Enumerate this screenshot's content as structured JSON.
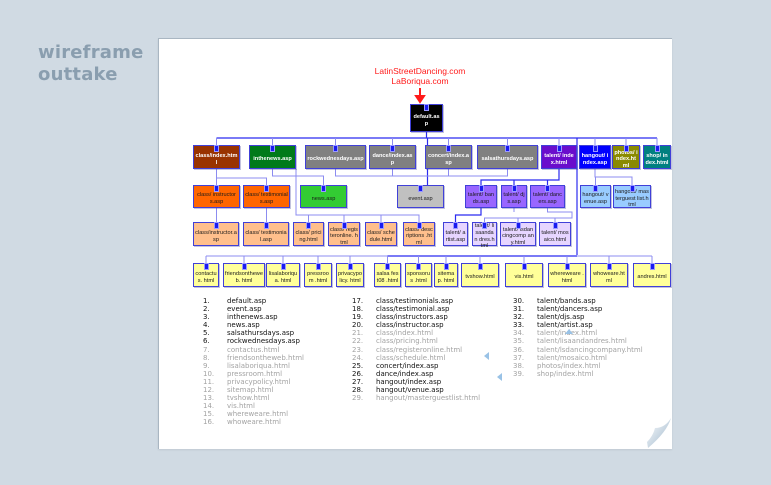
{
  "heading": {
    "line1": "wireframe",
    "line2": "outtake"
  },
  "site": {
    "line1": "LatinStreetDancing.com",
    "line2": "LaBoriqua.com"
  },
  "colors": {
    "background": "#d0dae3",
    "heading": "#8a9eaf",
    "site_label": "#ff1a1a",
    "connector": "#2a2af0",
    "connector_light": "#8c8cf0",
    "pin": "#1b1bf0"
  },
  "nodes": {
    "root": {
      "label": "default.asp",
      "bg": "#000000",
      "fg": "#ffffff"
    },
    "level1": [
      {
        "id": "class-index",
        "label": "class/index.html",
        "bg": "#993300",
        "fg": "#ffffff"
      },
      {
        "id": "inthenews",
        "label": "inthenews.asp",
        "bg": "#007a1a",
        "fg": "#ffffff"
      },
      {
        "id": "rockwednesdays",
        "label": "rockwednesdays.asp",
        "bg": "#808080",
        "fg": "#ffffff"
      },
      {
        "id": "dance-index",
        "label": "dance/index.asp",
        "bg": "#808080",
        "fg": "#ffffff"
      },
      {
        "id": "concert-index",
        "label": "concert/index.asp",
        "bg": "#808080",
        "fg": "#ffffff"
      },
      {
        "id": "salsathursdays",
        "label": "salsathursdays.asp",
        "bg": "#808080",
        "fg": "#ffffff"
      },
      {
        "id": "talent-index",
        "label": "talent/ index.html",
        "bg": "#6a0dcc",
        "fg": "#ffffff"
      },
      {
        "id": "hangout-index",
        "label": "hangout/ index.asp",
        "bg": "#0000ff",
        "fg": "#ffffff"
      },
      {
        "id": "photos-index",
        "label": "photos/ index.html",
        "bg": "#8a8a00",
        "fg": "#ffffff"
      },
      {
        "id": "shop-index",
        "label": "shop/ index.html",
        "bg": "#008080",
        "fg": "#ffffff"
      }
    ],
    "level2": [
      {
        "id": "class-instructors",
        "label": "class/ instructors.asp",
        "bg": "#ff6600",
        "fg": "#1a1a1a"
      },
      {
        "id": "class-testimonials",
        "label": "class/ testimonials.asp",
        "bg": "#ff6600",
        "fg": "#1a1a1a"
      },
      {
        "id": "news",
        "label": "news.asp",
        "bg": "#33cc33",
        "fg": "#1a1a1a"
      },
      {
        "id": "event",
        "label": "event.asp",
        "bg": "#c0c0c0",
        "fg": "#1a1a1a"
      },
      {
        "id": "talent-bands",
        "label": "talent/ bands.asp",
        "bg": "#9966ff",
        "fg": "#1a1a1a"
      },
      {
        "id": "talent-djs",
        "label": "talent/ djs.asp",
        "bg": "#9966ff",
        "fg": "#1a1a1a"
      },
      {
        "id": "talent-dancers",
        "label": "talent/ dancers.asp",
        "bg": "#9966ff",
        "fg": "#1a1a1a"
      },
      {
        "id": "hangout-venue",
        "label": "hangout/ venue.asp",
        "bg": "#99ccff",
        "fg": "#1a1a1a"
      },
      {
        "id": "hangout-masterguestlist",
        "label": "hangout/ masterguest list.html",
        "bg": "#99ccff",
        "fg": "#1a1a1a"
      }
    ],
    "level3": [
      {
        "id": "class-instructor",
        "label": "class/instructor.asp",
        "bg": "#ffbf8c",
        "fg": "#1a1a1a"
      },
      {
        "id": "class-testimonial",
        "label": "class/ testimonial.asp",
        "bg": "#ffbf8c",
        "fg": "#1a1a1a"
      },
      {
        "id": "class-pricing",
        "label": "class/ pricing.html",
        "bg": "#ffbf8c",
        "fg": "#1a1a1a"
      },
      {
        "id": "class-registeronline",
        "label": "class/ registeronline. html",
        "bg": "#ffbf8c",
        "fg": "#1a1a1a"
      },
      {
        "id": "class-schedule",
        "label": "class/ schedule.html",
        "bg": "#ffbf8c",
        "fg": "#1a1a1a"
      },
      {
        "id": "class-descriptions",
        "label": "class/ descriptions .html",
        "bg": "#ffbf8c",
        "fg": "#1a1a1a"
      },
      {
        "id": "talent-artist",
        "label": "talent/ artist.asp",
        "bg": "#e6d5ff",
        "fg": "#1a1a1a"
      },
      {
        "id": "talent-lisaandandres",
        "label": "talent/ lisaandan dres.html",
        "bg": "#e6d5ff",
        "fg": "#1a1a1a"
      },
      {
        "id": "talent-lsdancingcompany",
        "label": "talent/ lsdancingcomp any.html",
        "bg": "#e6d5ff",
        "fg": "#1a1a1a"
      },
      {
        "id": "talent-mosaico",
        "label": "talent/ mosaico.html",
        "bg": "#e6d5ff",
        "fg": "#1a1a1a"
      }
    ],
    "level4": [
      {
        "id": "contactus",
        "label": "contactus. html",
        "bg": "#ffff99",
        "fg": "#1a1a1a"
      },
      {
        "id": "friendsontheweb",
        "label": "friendsontheweb. html",
        "bg": "#ffff99",
        "fg": "#1a1a1a"
      },
      {
        "id": "lisalaboriqua",
        "label": "lisalaboriqua. html",
        "bg": "#ffff99",
        "fg": "#1a1a1a"
      },
      {
        "id": "pressroom",
        "label": "pressroom .html",
        "bg": "#ffff99",
        "fg": "#1a1a1a"
      },
      {
        "id": "privacypolicy",
        "label": "privacypolicy. html",
        "bg": "#ffff99",
        "fg": "#1a1a1a"
      },
      {
        "id": "salsafest08",
        "label": "salsa fest08 .html",
        "bg": "#ffff99",
        "fg": "#1a1a1a"
      },
      {
        "id": "sponsorus",
        "label": "sponsorus .html",
        "bg": "#ffff99",
        "fg": "#1a1a1a"
      },
      {
        "id": "sitemap",
        "label": "sitemap. html",
        "bg": "#ffff99",
        "fg": "#1a1a1a"
      },
      {
        "id": "tvshow",
        "label": "tvshow.html",
        "bg": "#ffff99",
        "fg": "#1a1a1a"
      },
      {
        "id": "vis",
        "label": "vis.html",
        "bg": "#ffff99",
        "fg": "#1a1a1a"
      },
      {
        "id": "whereweare",
        "label": "whereweare .html",
        "bg": "#ffff99",
        "fg": "#1a1a1a"
      },
      {
        "id": "whoweare",
        "label": "whoweare.html",
        "bg": "#ffff99",
        "fg": "#1a1a1a"
      },
      {
        "id": "andres",
        "label": "andres.html",
        "bg": "#ffff99",
        "fg": "#1a1a1a"
      }
    ]
  },
  "page_list": {
    "columns": [
      [
        {
          "n": "1.",
          "name": "default.asp",
          "active": true
        },
        {
          "n": "2.",
          "name": "event.asp",
          "active": true
        },
        {
          "n": "3.",
          "name": "inthenews.asp",
          "active": true
        },
        {
          "n": "4.",
          "name": "news.asp",
          "active": true
        },
        {
          "n": "5.",
          "name": "salsathursdays.asp",
          "active": true
        },
        {
          "n": "6.",
          "name": "rockwednesdays.asp",
          "active": true
        },
        {
          "n": "7.",
          "name": "contactus.html",
          "active": false
        },
        {
          "n": "8.",
          "name": "friendsontheweb.html",
          "active": false
        },
        {
          "n": "9.",
          "name": "lisalaboriqua.html",
          "active": false
        },
        {
          "n": "10.",
          "name": "pressroom.html",
          "active": false
        },
        {
          "n": "11.",
          "name": "privacypolicy.html",
          "active": false
        },
        {
          "n": "12.",
          "name": "sitemap.html",
          "active": false
        },
        {
          "n": "13.",
          "name": "tvshow.html",
          "active": false
        },
        {
          "n": "14.",
          "name": "vis.html",
          "active": false
        },
        {
          "n": "15.",
          "name": "whereweare.html",
          "active": false
        },
        {
          "n": "16.",
          "name": "whoweare.html",
          "active": false
        }
      ],
      [
        {
          "n": "17.",
          "name": "class/testimonials.asp",
          "active": true
        },
        {
          "n": "18.",
          "name": "class/testimonial.asp",
          "active": true
        },
        {
          "n": "19.",
          "name": "class/instructors.asp",
          "active": true
        },
        {
          "n": "20.",
          "name": "class/instructor.asp",
          "active": true
        },
        {
          "n": "21.",
          "name": "class/index.html",
          "active": false
        },
        {
          "n": "22.",
          "name": "class/pricing.html",
          "active": false
        },
        {
          "n": "23.",
          "name": "class/registeronline.html",
          "active": false
        },
        {
          "n": "24.",
          "name": "class/schedule.html",
          "active": false
        },
        {
          "n": "25.",
          "name": "concert/index.asp",
          "active": true
        },
        {
          "n": "26.",
          "name": "dance/index.asp",
          "active": true
        },
        {
          "n": "27.",
          "name": "hangout/index.asp",
          "active": true
        },
        {
          "n": "28.",
          "name": "hangout/venue.asp",
          "active": true
        },
        {
          "n": "29.",
          "name": "hangout/masterguestlist.html",
          "active": false
        }
      ],
      [
        {
          "n": "30.",
          "name": "talent/bands.asp",
          "active": true
        },
        {
          "n": "31.",
          "name": "talent/dancers.asp",
          "active": true
        },
        {
          "n": "32.",
          "name": "talent/djs.asp",
          "active": true
        },
        {
          "n": "33.",
          "name": "talent/artist.asp",
          "active": true
        },
        {
          "n": "34.",
          "name": "talent/index.html",
          "active": false
        },
        {
          "n": "35.",
          "name": "talent/lisaandandres.html",
          "active": false
        },
        {
          "n": "36.",
          "name": "talent/lsdancingcompany.html",
          "active": false
        },
        {
          "n": "37.",
          "name": "talent/mosaico.html",
          "active": false
        },
        {
          "n": "38.",
          "name": "photos/index.html",
          "active": false
        },
        {
          "n": "39.",
          "name": "shop/index.html",
          "active": false
        }
      ]
    ]
  }
}
